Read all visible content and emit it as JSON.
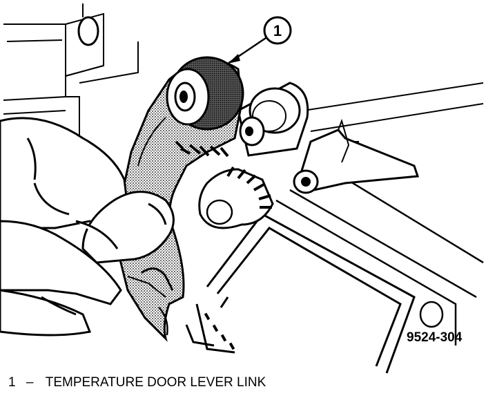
{
  "figure": {
    "callout_number": "1",
    "figure_code": "9524-304"
  },
  "legend": [
    {
      "number": "1",
      "separator": "–",
      "label": "TEMPERATURE DOOR LEVER LINK"
    }
  ]
}
